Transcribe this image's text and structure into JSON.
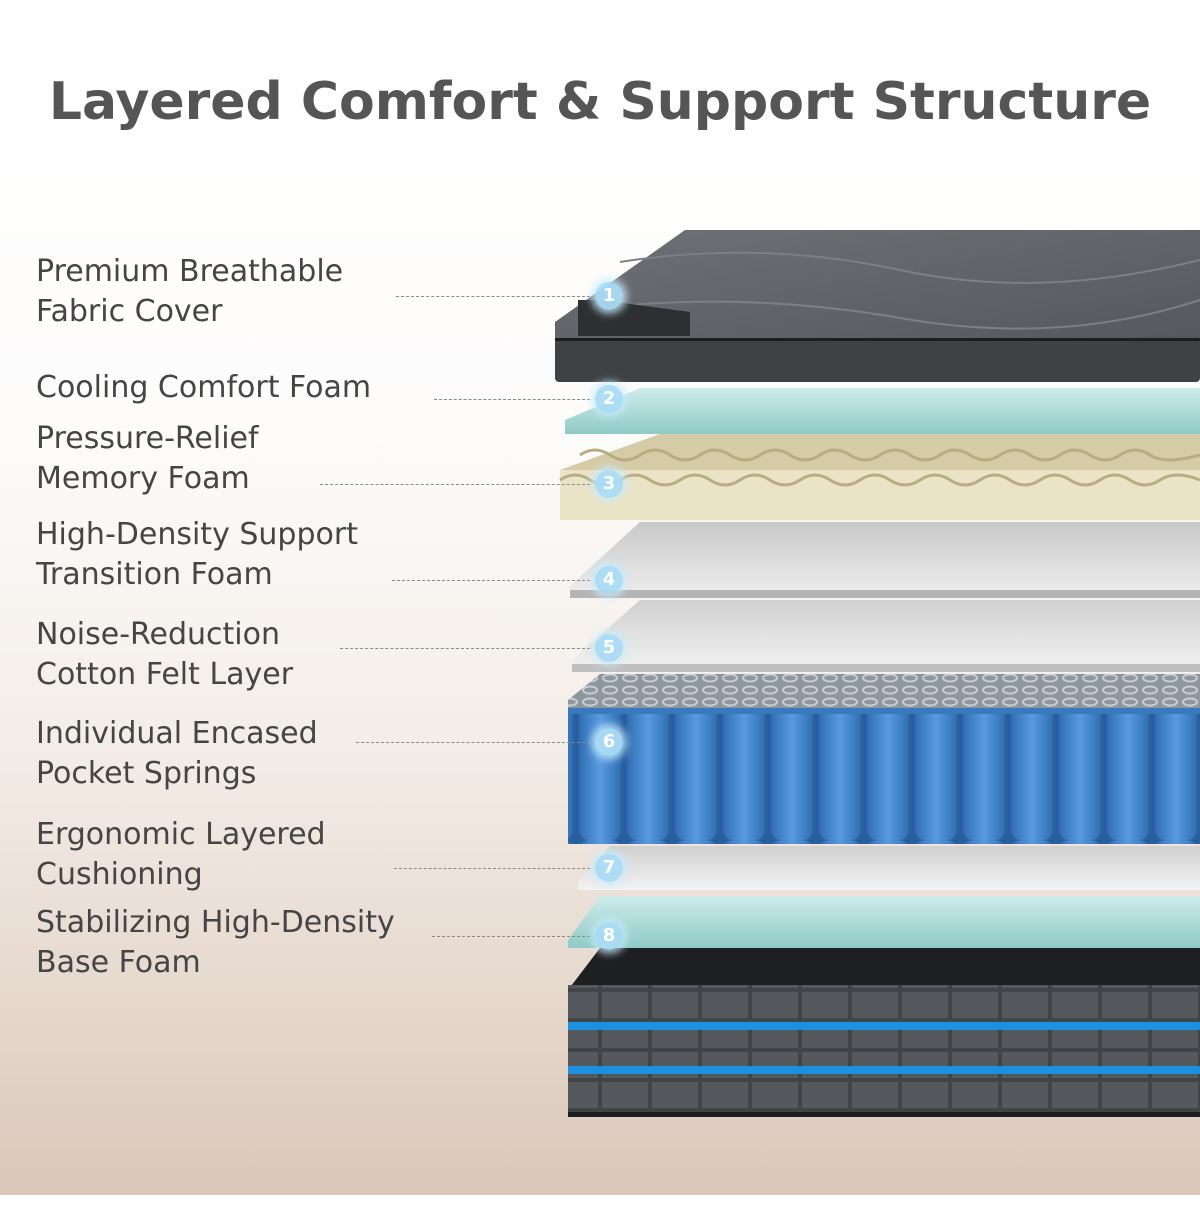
{
  "title": "Layered Comfort & Support Structure",
  "layers": [
    {
      "number": "1",
      "lines": [
        "Premium Breathable",
        "Fabric Cover"
      ]
    },
    {
      "number": "2",
      "lines": [
        "Cooling Comfort Foam"
      ]
    },
    {
      "number": "3",
      "lines": [
        "Pressure-Relief",
        "Memory Foam"
      ]
    },
    {
      "number": "4",
      "lines": [
        "High-Density Support",
        "Transition Foam"
      ]
    },
    {
      "number": "5",
      "lines": [
        "Noise-Reduction",
        "Cotton Felt Layer"
      ]
    },
    {
      "number": "6",
      "lines": [
        "Individual Encased",
        "Pocket Springs"
      ]
    },
    {
      "number": "7",
      "lines": [
        "Ergonomic Layered",
        "Cushioning"
      ]
    },
    {
      "number": "8",
      "lines": [
        "Stabilizing High-Density",
        "Base Foam"
      ]
    }
  ],
  "colors": {
    "title": "#555555",
    "cover": "#5f6266",
    "cooling_foam": "#9fd2cf",
    "memory_foam": "#ede5c7",
    "support_foam": "#d3d3d3",
    "felt": "#dcdcdc",
    "springs": "#3f7fc4",
    "base_foam": "#8ecdc8",
    "border_accent": "#1f8fe0"
  }
}
